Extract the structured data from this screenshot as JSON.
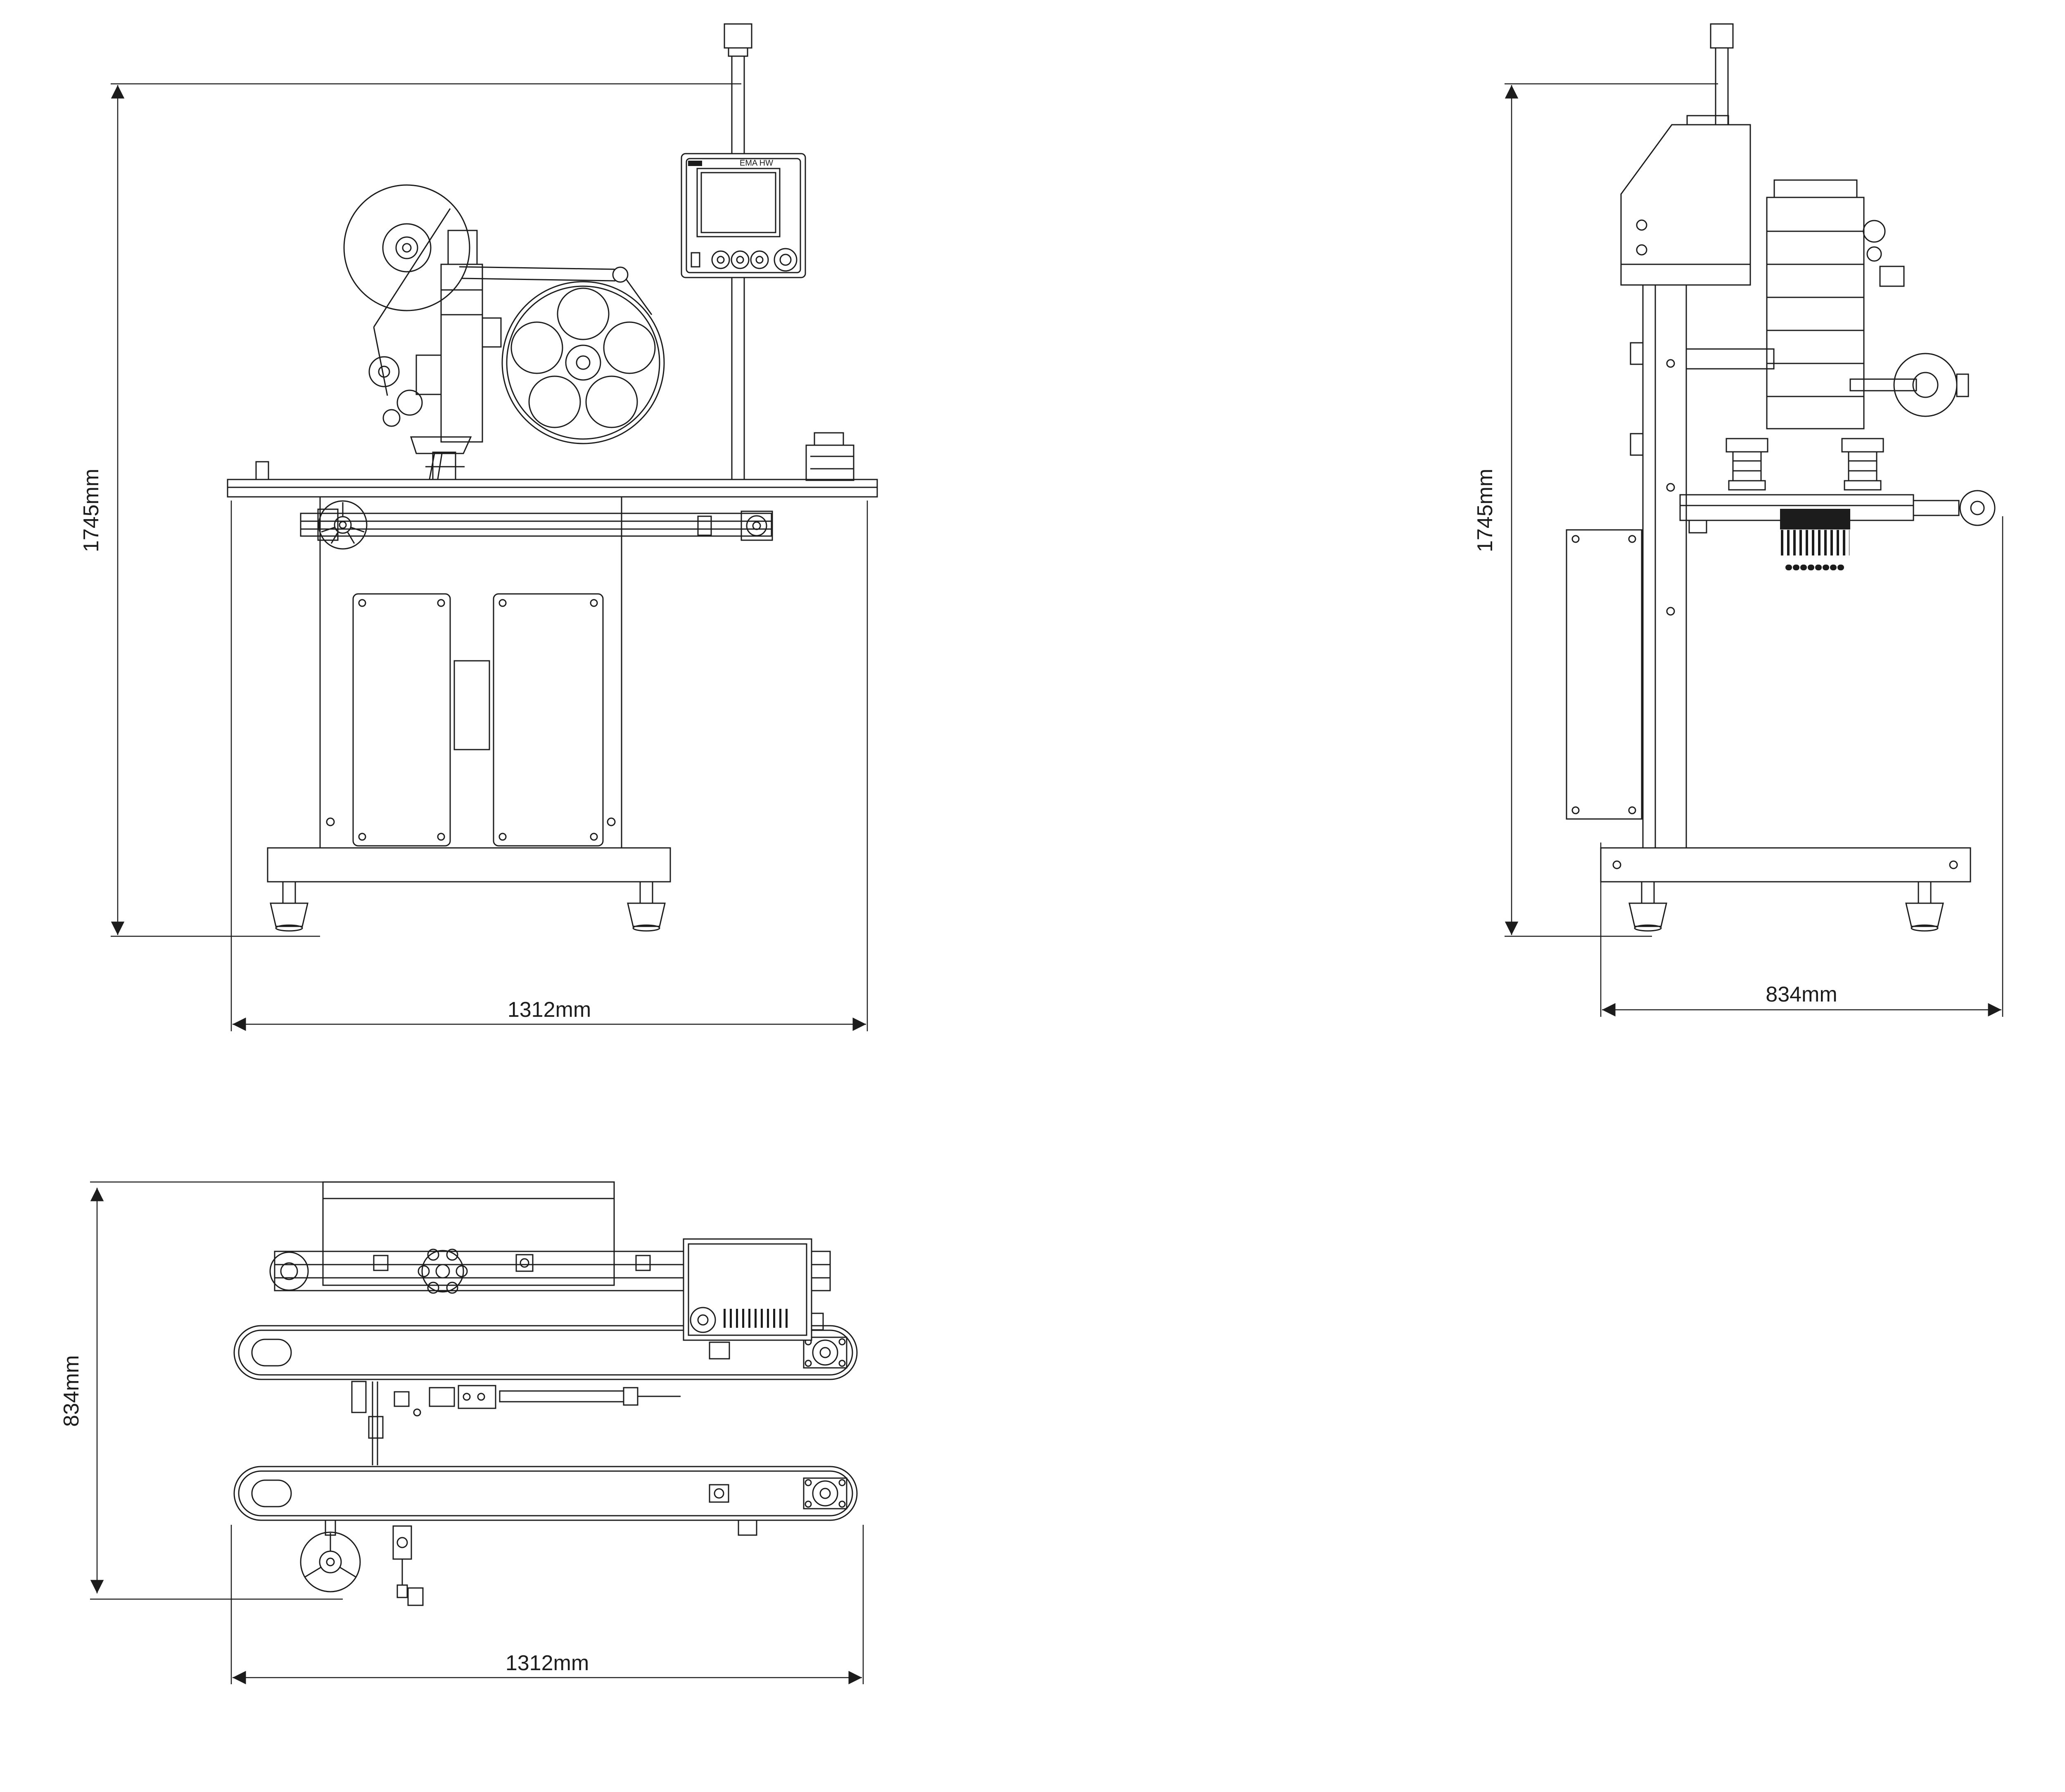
{
  "drawing": {
    "type": "technical-3-view",
    "subject": "Labeling machine engineering drawing (front, side, top views)",
    "line_color": "#1c1c1c",
    "background": "#ffffff"
  },
  "views": {
    "front": {
      "height": "1745mm",
      "width": "1312mm"
    },
    "side": {
      "height": "1745mm",
      "width": "834mm"
    },
    "top": {
      "depth": "834mm",
      "width": "1312mm"
    }
  },
  "hmi": {
    "panel_text": "EMA HW"
  }
}
